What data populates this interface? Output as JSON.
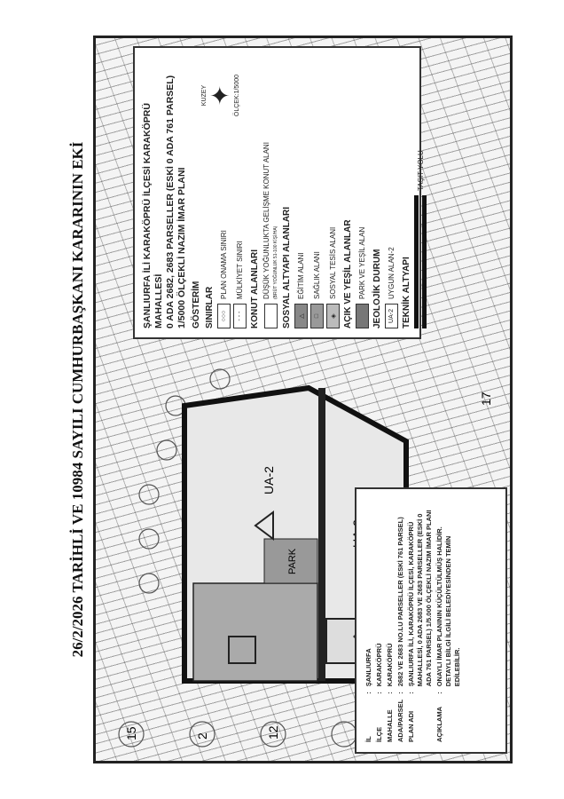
{
  "title": "26/2/2026 TARİHLİ VE 10984 SAYILI CUMHURBAŞKANI KARARININ EKİ",
  "legend": {
    "heading": [
      "ŞANLIURFA İLİ KARAKÖPRÜ İLÇESİ KARAKÖPRÜ MAHALLESİ",
      "0 ADA 2682, 2683 PARSELLER (ESKİ 0 ADA 761 PARSEL)",
      "1/5000 ÖLÇEKLİ NAZIM İMAR PLANI"
    ],
    "gosterim": "GÖSTERİM",
    "north": "KUZEY",
    "scale": "ÖLÇEK:1/5000",
    "sections": [
      {
        "title": "SINIRLAR",
        "items": [
          "PLAN ONAMA SINIRI",
          "MÜLKİYET SINIRI"
        ]
      },
      {
        "title": "KONUT ALANLARI",
        "items": [
          "DÜŞÜK YOĞUNLUKTA GELİŞME KONUT ALANI"
        ],
        "note": "(BRÜT YOĞUNLUK 51-100 KİŞİ/HA)"
      },
      {
        "title": "SOSYAL ALTYAPI ALANLARI",
        "items": [
          "EĞİTİM ALANI",
          "SAĞLIK ALANI",
          "SOSYAL TESİS ALANI"
        ]
      },
      {
        "title": "AÇIK VE YEŞİL ALANLAR",
        "items": [
          "PARK VE YEŞİL ALAN"
        ]
      },
      {
        "title": "JEOLOJİK DURUM",
        "items": [
          "UYGUN ALAN-2"
        ],
        "code": "UA-2"
      },
      {
        "title": "TEKNİK ALTYAPI",
        "items": [
          "TAŞIT YOLU"
        ]
      }
    ]
  },
  "map_labels": {
    "ua": "UA-2",
    "park": "PARK",
    "n15": "15",
    "n12": "12",
    "n2": "2",
    "n17": "17"
  },
  "info": [
    {
      "k": "İL",
      "v": "ŞANLIURFA"
    },
    {
      "k": "İLÇE",
      "v": "KARAKÖPRÜ"
    },
    {
      "k": "MAHALLE",
      "v": "KARAKÖPRÜ"
    },
    {
      "k": "ADA/PARSEL",
      "v": "2682 VE 2683 NO.LU PARSELLER (ESKİ 761 PARSEL)"
    },
    {
      "k": "PLAN ADI",
      "v": "ŞANLIURFA İLİ, KARAKÖPRÜ İLÇESİ, KARAKÖPRÜ MAHALLESİ, 0 ADA 2683 VE 2683 PARSELLER (ESKİ 0 ADA 761 PARSEL) 1/5.000 ÖLÇEKLİ NAZIM İMAR PLANI"
    },
    {
      "k": "AÇIKLAMA",
      "v": "ONAYLI İMAR PLANININ KÜÇÜLTÜLMÜŞ HALİDİR. DETAYLI BİLGİ İLGİLİ BELEDİYESİNDEN TEMİN EDİLEBİLİR."
    }
  ]
}
